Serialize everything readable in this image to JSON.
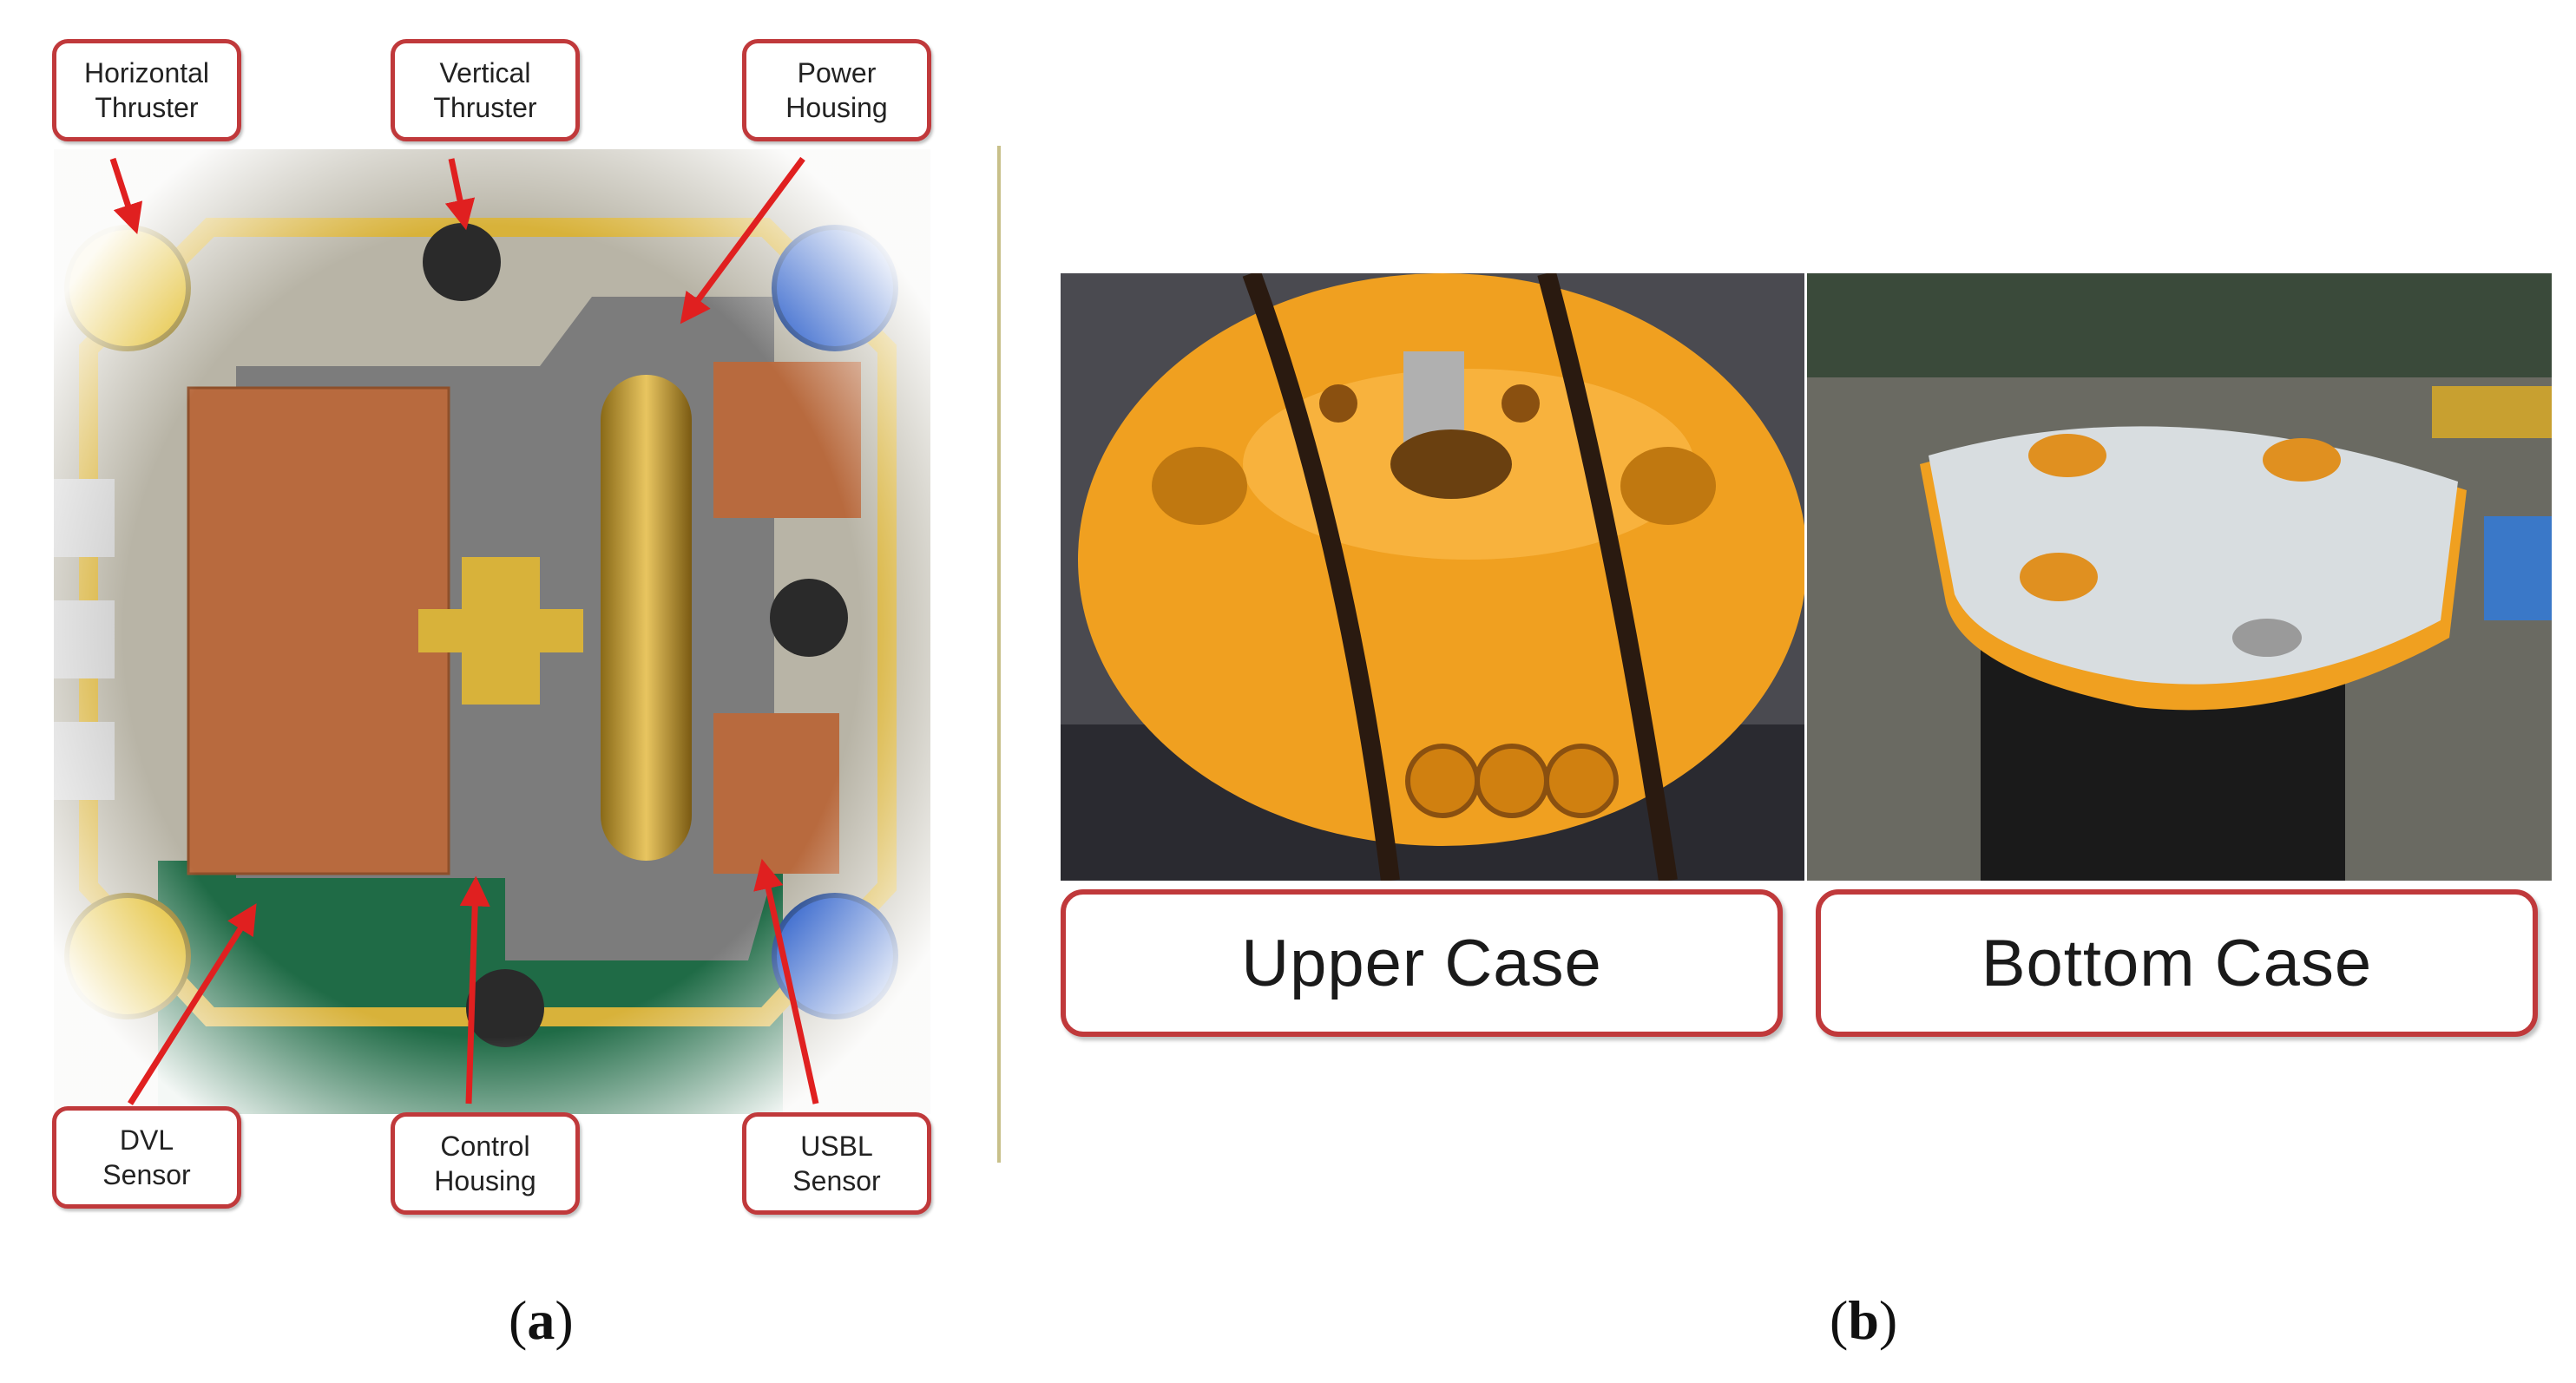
{
  "panel_a": {
    "letter": "a",
    "labels": {
      "horizontal_thruster": "Horizontal\nThruster",
      "vertical_thruster": "Vertical\nThruster",
      "power_housing": "Power\nHousing",
      "dvl_sensor": "DVL\nSensor",
      "control_housing": "Control\nHousing",
      "usbl_sensor": "USBL\nSensor"
    }
  },
  "panel_b": {
    "letter": "b",
    "upper_case": "Upper Case",
    "bottom_case": "Bottom Case"
  },
  "colors": {
    "label_border": "#c0393b",
    "arrow": "#e02020",
    "foam": "#b86a3e",
    "brass": "#d8b23a",
    "hull_orange": "#f0a020"
  }
}
